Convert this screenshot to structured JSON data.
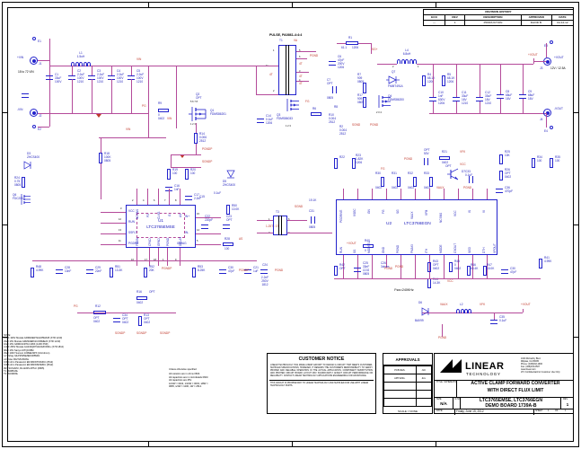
{
  "sheet": {
    "paper": "Linear Technology schematic, landscape"
  },
  "revision_history": {
    "title": "REVISION HISTORY",
    "columns": [
      "ECO",
      "REV",
      "DESCRIPTION",
      "APPROVED",
      "DATE"
    ],
    "rows": [
      [
        "—",
        "1",
        "PRODUCTION",
        "DAVID B.",
        "04-14-12"
      ]
    ]
  },
  "title_block": {
    "company": "LINEAR",
    "company_sub": "TECHNOLOGY",
    "address": [
      "1630 McCarthy Blvd.",
      "Milpitas, CA 95035",
      "Phone: (408)432-1900",
      "Fax: (408)434-0507",
      "www.linear.com",
      "LTC Confidential-For Customer Use Only"
    ],
    "title_caption": "TITLE: SCHEMATIC",
    "title_line1": "ACTIVE CLAMP FORWARD CONVERTER",
    "title_line2": "WITH DIRECT FLUX LIMIT",
    "size_caption": "SIZE",
    "size_value": "N/A",
    "icno_caption": "IC NO.",
    "icno_line1": "LTC3765EMSE, LTC3766EGN",
    "icno_line2": "DEMO BOARD 1739A-B",
    "rev_caption": "REV.",
    "rev_value": "1",
    "date_caption": "DATE:",
    "date_value": "Friday, June 15, 2012",
    "sheet_caption": "SHEET",
    "sheet_value": "1",
    "of_caption": "OF",
    "of_value": "1"
  },
  "approvals": {
    "header": "APPROVALS",
    "rows": [
      [
        "PCB DES.",
        "JLK"
      ],
      [
        "APP ENG.",
        "dcs"
      ],
      [
        "",
        ""
      ],
      [
        "",
        ""
      ],
      [
        "",
        ""
      ]
    ],
    "scale": "SCALE = NONE"
  },
  "customer_notice": {
    "title": "CUSTOMER NOTICE",
    "body": "LINEAR TECHNOLOGY HAS MADE A BEST EFFORT TO DESIGN A CIRCUIT THAT MEETS CUSTOMER-SUPPLIED SPECIFICATIONS; HOWEVER, IT REMAINS THE CUSTOMER'S RESPONSIBILITY TO VERIFY PROPER AND RELIABLE OPERATION IN THE ACTUAL APPLICATION.  COMPONENT SUBSTITUTION AND PRINTED CIRCUIT BOARD LAYOUT MAY SIGNIFICANTLY AFFECT CIRCUIT PERFORMANCE OR RELIABILITY.  CONTACT LINEAR TECHNOLOGY APPLICATIONS ENGINEERING FOR ASSISTANCE.",
    "footer": "THIS CIRCUIT IS PROPRIETARY TO LINEAR TECHNOLOGY AND SUPPLIED FOR USE WITH LINEAR TECHNOLOGY PARTS."
  },
  "notes": {
    "header": "NOTE:",
    "lines": [
      "2.2uF 100V Murata GRM32ER72A225MA35 (X7R 1210)",
      "33uF 16V Murata GRM32ER61C336ME20 (X7R 1210)",
      "10uF 16V GRM31CR71C106K (1206 X5R)",
      "2.2nF 250V Murata GA343QR7GD222KW01L (X7R 1812)",
      "68uF 16V Sanyo 16TQC68M",
      "33uF 100V Suncon 100ME33PX (10x12mm)",
      "L1 Vishay IHLP2525EZER1R5M01",
      "L4 Pulse PA2729.802NL",
      "0.004 ohm Panasonic ERJM1WTF4M0U (2512)",
      "0.006 ohm Panasonic ERJM1WSF6M0U (2512)",
      "R27 SUSUMU, RL1220S-R75-F (0805)",
      "T1 PA0861NL",
      "T3 PA3490NL"
    ]
  },
  "annotations": {
    "input_range": "18 to 72 VIN",
    "output_rating": "12V / 12.5A",
    "switching_freq": "Fsw=240KHz",
    "transformer_t1": "PULSE, PA0861-4:4:4",
    "unless_otherwise": "Unless otherwise specified",
    "spec_lines": [
      "All resistors are in ohms 0603.",
      "All capacitors are in microfarads 0603.",
      "All capacitors are 25V.",
      "1/16W = 0402, 1/10W = 0603, 1/8W =",
      "0805, 1/4W = 1206, 1W = 2512."
    ]
  },
  "nets": {
    "vin": "VIN",
    "vout_p": "+VOUT",
    "vout_n": "-VOUT",
    "vin_p": "+VIN",
    "vin_n": "-VIN",
    "pgnd": "PGND",
    "sgnd": "SGND",
    "pgndp": "PGNDP",
    "sgndp": "SGNDP",
    "pg": "PG",
    "vcc": "VCC",
    "vfk": "VFK",
    "vaux": "VAUX",
    "vfb": "VFB",
    "fg": "FG",
    "as": "AS",
    "vfl": "VFL"
  },
  "terminals": [
    {
      "name": "E1",
      "ref": "E1"
    },
    {
      "name": "E2",
      "ref": "E2"
    },
    {
      "name": "E3",
      "ref": "E3"
    },
    {
      "name": "E4",
      "ref": "E4"
    },
    {
      "name": "J1",
      "ref": "J1",
      "label": "+VIN"
    },
    {
      "name": "J2",
      "ref": "J2",
      "label": "-VIN"
    },
    {
      "name": "J3",
      "ref": "J3",
      "label": "+VOUT"
    },
    {
      "name": "J4",
      "ref": "J4",
      "label": "-VOUT"
    }
  ],
  "ics": [
    {
      "ref": "U1",
      "part": "LTC3765EMSE",
      "pins_left": [
        "VCC",
        "RUN",
        "SSFLT",
        "PGDRE"
      ],
      "pins_right": [
        "IN+",
        "IN-",
        "IGMAG"
      ],
      "pins_top": [
        "NCSNS",
        "P2",
        "CLKS",
        "G",
        "AS"
      ],
      "pins_bottom": [
        "FSVIN",
        "CPAD",
        "GPAD",
        "PGND",
        "DELAY"
      ]
    },
    {
      "ref": "U2",
      "part": "LTC3766EGN",
      "pins_top": [
        "PGDRIVE",
        "VSEC",
        "GN",
        "FG",
        "SG",
        "VAUX",
        "VFB",
        "NCSNS",
        "VCC",
        "IS",
        "VI"
      ],
      "pins_bottom": [
        "RUN",
        "SS",
        "MODSEL",
        "GND",
        "PGND",
        "FMAXI",
        "ITH",
        "MODE",
        "CSOUT",
        "SGD",
        "DTH",
        "VFOUT"
      ]
    }
  ],
  "components": {
    "capacitors": [
      {
        "ref": "C1",
        "value": "33uF",
        "rating": "100V"
      },
      {
        "ref": "C2",
        "value": "2.2uF",
        "rating": "100V",
        "pkg": "1210"
      },
      {
        "ref": "C3",
        "value": "2.2uF",
        "rating": "100V",
        "pkg": "1210"
      },
      {
        "ref": "C4",
        "value": "2.2uF",
        "rating": "100V",
        "pkg": "1210"
      },
      {
        "ref": "C5",
        "value": "2.2uF",
        "rating": "100V",
        "pkg": "1210"
      },
      {
        "ref": "C6",
        "value": "47pF",
        "rating": "200V",
        "pkg": "1206"
      },
      {
        "ref": "C7",
        "value": "OPT",
        "pkg": "0805"
      },
      {
        "ref": "C8",
        "value": "68uF",
        "rating": "16V"
      },
      {
        "ref": "C9",
        "value": "68uF",
        "rating": "16V"
      },
      {
        "ref": "C10",
        "value": "1nF",
        "rating": "630V",
        "pkg": "1206"
      },
      {
        "ref": "C11",
        "value": "33uF",
        "rating": "16V",
        "pkg": "1210"
      },
      {
        "ref": "C12",
        "value": "33uF",
        "rating": "16V",
        "pkg": "1210"
      },
      {
        "ref": "C13",
        "value": "1.0uF",
        "rating": "100V"
      },
      {
        "ref": "C14",
        "value": "0.1uF",
        "pkg": "1206"
      },
      {
        "ref": "C15",
        "value": "1nF"
      },
      {
        "ref": "C16",
        "value": "1nF"
      },
      {
        "ref": "C17",
        "value": "2.2nF",
        "rating": "250V",
        "pkg": "1812"
      },
      {
        "ref": "C18",
        "value": "0.1uF"
      },
      {
        "ref": "C19",
        "value": "10nF"
      },
      {
        "ref": "C20",
        "value": "22nF"
      },
      {
        "ref": "C21",
        "value": "1uF"
      },
      {
        "ref": "C22",
        "value": "220pF"
      },
      {
        "ref": "C23",
        "value": "OPT",
        "pkg": "0402"
      },
      {
        "ref": "C24",
        "value": "2.2nF",
        "rating": "250V",
        "pkg": "1812"
      },
      {
        "ref": "C25",
        "value": "33nF",
        "rating": "COG",
        "pkg": "0805"
      },
      {
        "ref": "C26",
        "value": "3ohms"
      },
      {
        "ref": "C27",
        "value": "OPT",
        "rating": "50V"
      },
      {
        "ref": "C28",
        "value": "10nF"
      },
      {
        "ref": "C29",
        "value": "22nF"
      },
      {
        "ref": "C30",
        "value": "47pF"
      },
      {
        "ref": "C31",
        "value": "1uF",
        "pkg": "0805"
      },
      {
        "ref": "C32",
        "value": "2.2nF",
        "rating": "250V",
        "pkg": "1812"
      },
      {
        "ref": "C33",
        "value": "0.1uF"
      },
      {
        "ref": "C34",
        "value": "OPT",
        "pkg": "0402"
      },
      {
        "ref": "C35",
        "value": "0.1uF"
      },
      {
        "ref": "C36",
        "value": "470pF"
      }
    ],
    "resistors": [
      {
        "ref": "R1",
        "value": "61.1",
        "pkg": "1206"
      },
      {
        "ref": "R2",
        "value": "0.004",
        "pkg": "2512"
      },
      {
        "ref": "R3",
        "value": "100K",
        "pkg": "0805"
      },
      {
        "ref": "R4",
        "value": "68.1K",
        "pkg": "1206"
      },
      {
        "ref": "R5",
        "value": "68.1K",
        "pkg": "1206"
      },
      {
        "ref": "R6",
        "value": "0",
        "pkg": "0402"
      },
      {
        "ref": "R7",
        "value": "909",
        "pkg": "0805"
      },
      {
        "ref": "R8",
        "value": "0.004",
        "pkg": "2512"
      },
      {
        "ref": "R9",
        "value": "0",
        "pkg": "0402"
      },
      {
        "ref": "R10",
        "value": "0.004",
        "pkg": "2512"
      },
      {
        "ref": "R11",
        "value": "100K",
        "pkg": "0805"
      },
      {
        "ref": "R12",
        "value": "OPT",
        "pkg": "0402"
      },
      {
        "ref": "R13",
        "value": "OPT",
        "pkg": "0402"
      },
      {
        "ref": "R14",
        "value": "0.006",
        "pkg": "2512"
      },
      {
        "ref": "R15",
        "value": "100",
        "pkg": "0402"
      },
      {
        "ref": "R16",
        "value": "OPT",
        "pkg": "0402"
      },
      {
        "ref": "R17",
        "value": "909",
        "pkg": "0805"
      },
      {
        "ref": "R18",
        "value": "100K",
        "pkg": "0805"
      },
      {
        "ref": "R19",
        "value": "100"
      },
      {
        "ref": "R20",
        "value": "100"
      },
      {
        "ref": "R21",
        "value": "0",
        "pkg": "0402"
      },
      {
        "ref": "R22",
        "value": "0"
      },
      {
        "ref": "R23",
        "value": "1.82K",
        "pkg": "1206"
      },
      {
        "ref": "R24",
        "value": "0.75",
        "pkg": "0805"
      },
      {
        "ref": "R25",
        "value": "10K"
      },
      {
        "ref": "R26",
        "value": "OPT",
        "pkg": "0402"
      },
      {
        "ref": "R27",
        "value": "0.75",
        "pkg": "0805"
      },
      {
        "ref": "R28",
        "value": "100",
        "pkg": "0402"
      },
      {
        "ref": "R29",
        "value": "100"
      },
      {
        "ref": "R30",
        "value": "0",
        "pkg": "0402"
      },
      {
        "ref": "R31",
        "value": "0",
        "pkg": "0402"
      },
      {
        "ref": "R32",
        "value": "0",
        "pkg": "0402"
      },
      {
        "ref": "R33",
        "value": "0",
        "pkg": "0402"
      },
      {
        "ref": "R34",
        "value": "100",
        "pkg": "0402"
      },
      {
        "ref": "R35",
        "value": "100",
        "pkg": "0402"
      },
      {
        "ref": "R36",
        "value": "OPT"
      },
      {
        "ref": "R37",
        "value": "100"
      },
      {
        "ref": "R38",
        "value": "0"
      },
      {
        "ref": "R39",
        "value": "0"
      },
      {
        "ref": "R40",
        "value": "0"
      },
      {
        "ref": "R41",
        "value": "4.99K"
      },
      {
        "ref": "R42",
        "value": "OPT",
        "pkg": "0603"
      },
      {
        "ref": "R43",
        "value": "OPT",
        "pkg": "0402"
      },
      {
        "ref": "R44",
        "value": "14.3K"
      },
      {
        "ref": "R45",
        "value": "0",
        "pkg": "0402"
      },
      {
        "ref": "R46",
        "value": "60.4K"
      },
      {
        "ref": "R47",
        "value": "15.0K"
      },
      {
        "ref": "R48",
        "value": "4.99K"
      },
      {
        "ref": "R49",
        "value": "100K"
      },
      {
        "ref": "R50",
        "value": "10.0K"
      },
      {
        "ref": "R51",
        "value": "13.3K"
      },
      {
        "ref": "R52",
        "value": "20K"
      },
      {
        "ref": "R53",
        "value": "8.25K"
      },
      {
        "ref": "R54",
        "value": "19.1K"
      }
    ],
    "inductors": [
      {
        "ref": "L1",
        "value": "1.5uH"
      },
      {
        "ref": "L4",
        "value": "6.8uH"
      }
    ],
    "transformers": [
      {
        "ref": "T1",
        "part": "PULSE, PA0861-4:4:4",
        "turns": [
          "4T",
          "4T",
          "4T",
          "4T"
        ]
      },
      {
        "ref": "T3",
        "turns": "1.25T : 1T"
      }
    ],
    "semiconductors": [
      {
        "ref": "Q1",
        "part": "FDMS86201"
      },
      {
        "ref": "Q2",
        "part": "OPT"
      },
      {
        "ref": "Q3",
        "part": "FDMS86033"
      },
      {
        "ref": "Q4",
        "part": "FDMS86200"
      },
      {
        "ref": "Q5",
        "part": "OPT"
      },
      {
        "ref": "Q6",
        "part": "FDC2512"
      },
      {
        "ref": "Q7",
        "part": "FMMT491A"
      },
      {
        "ref": "D1",
        "part": "ES1PD"
      },
      {
        "ref": "D3",
        "part": "ZHCS400"
      },
      {
        "ref": "D5",
        "part": "ZHCS400"
      },
      {
        "ref": "D6",
        "part": "BAV99"
      },
      {
        "ref": "D7",
        "part": "ZHCS400"
      }
    ]
  }
}
